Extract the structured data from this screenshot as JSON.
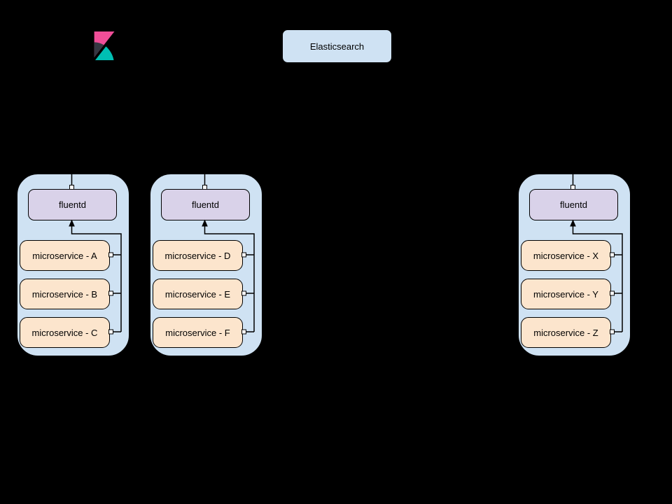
{
  "logo": {
    "icon": "kibana-logo"
  },
  "elasticsearch": {
    "label": "Elasticsearch"
  },
  "groups": [
    {
      "fluentd": "fluentd",
      "services": [
        "microservice - A",
        "microservice - B",
        "microservice - C"
      ]
    },
    {
      "fluentd": "fluentd",
      "services": [
        "microservice - D",
        "microservice - E",
        "microservice - F"
      ]
    },
    {
      "fluentd": "fluentd",
      "services": [
        "microservice - X",
        "microservice - Y",
        "microservice - Z"
      ]
    }
  ],
  "colors": {
    "canvas-bg": "#000000",
    "node-fill": "#cfe2f3",
    "es-fill": "#cfe2f3",
    "fluentd-fill": "#d9d2e9",
    "service-fill": "#fce5cd",
    "stroke": "#000000",
    "kibana-pink": "#f04e98",
    "kibana-dark": "#343741",
    "kibana-teal": "#00bfb3"
  }
}
